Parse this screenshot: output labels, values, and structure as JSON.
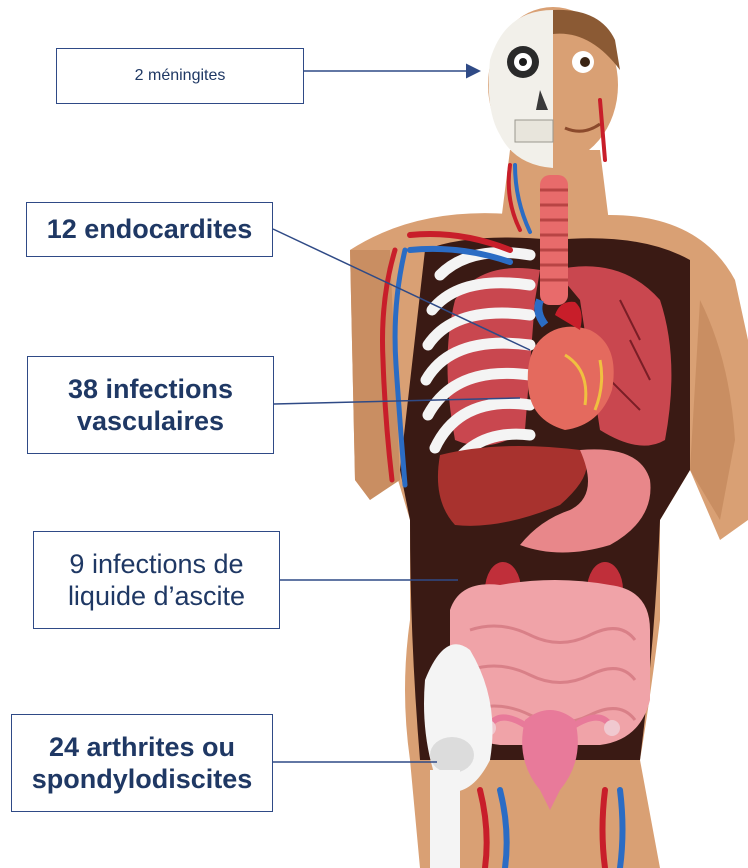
{
  "labels": [
    {
      "text": "2 méningites",
      "style": "regular"
    },
    {
      "text": "12 endocardites",
      "style": "bold"
    },
    {
      "text": "38 infections\nvasculaires",
      "style": "bold"
    },
    {
      "text": "9 infections de\nliquide d’ascite",
      "style": "regular"
    },
    {
      "text": "24 arthrites ou\nspondylodiscites",
      "style": "bold"
    }
  ],
  "colors": {
    "box_border": "#2f4a86",
    "text": "#1f3864",
    "leader_line": "#2f4a86",
    "skin": "#d9a074",
    "skin_shadow": "#b87b4e",
    "body_cavity": "#3a1a14",
    "lung": "#c9474f",
    "heart": "#e46a5e",
    "liver": "#a8322e",
    "intestine": "#f0a3a8",
    "stomach": "#e8878a",
    "artery": "#c81e2a",
    "vein": "#2b6cc4",
    "rib": "#f4f4f4",
    "trachea": "#e86b6b"
  }
}
